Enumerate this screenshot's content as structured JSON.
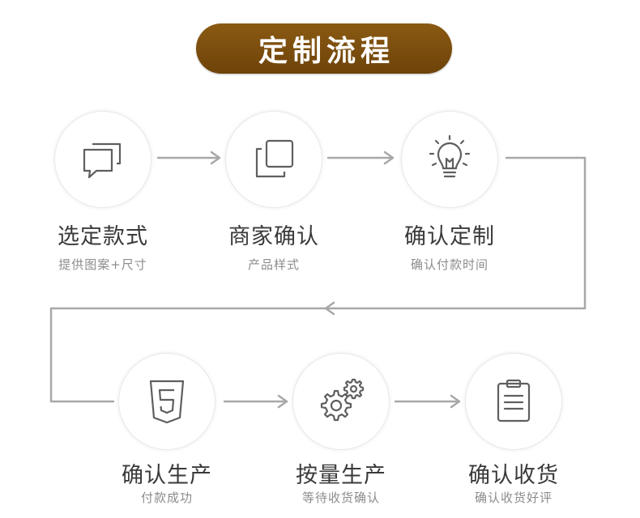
{
  "header": {
    "title": "定制流程"
  },
  "steps": [
    {
      "title": "选定款式",
      "subtitle": "提供图案+尺寸",
      "icon": "chat-bubbles-icon"
    },
    {
      "title": "商家确认",
      "subtitle": "产品样式",
      "icon": "copy-squares-icon"
    },
    {
      "title": "确认定制",
      "subtitle": "确认付款时间",
      "icon": "lightbulb-icon"
    },
    {
      "title": "确认生产",
      "subtitle": "付款成功",
      "icon": "html5-shield-icon"
    },
    {
      "title": "按量生产",
      "subtitle": "等待收货确认",
      "icon": "gears-icon"
    },
    {
      "title": "确认收货",
      "subtitle": "确认收货好评",
      "icon": "clipboard-icon"
    }
  ],
  "colors": {
    "title_bg": "#7a4d0d",
    "line": "#a8a8a8",
    "title_text": "#3a3a3a",
    "subtitle_text": "#8c8c8c",
    "icon_stroke": "#5f5f5f"
  }
}
